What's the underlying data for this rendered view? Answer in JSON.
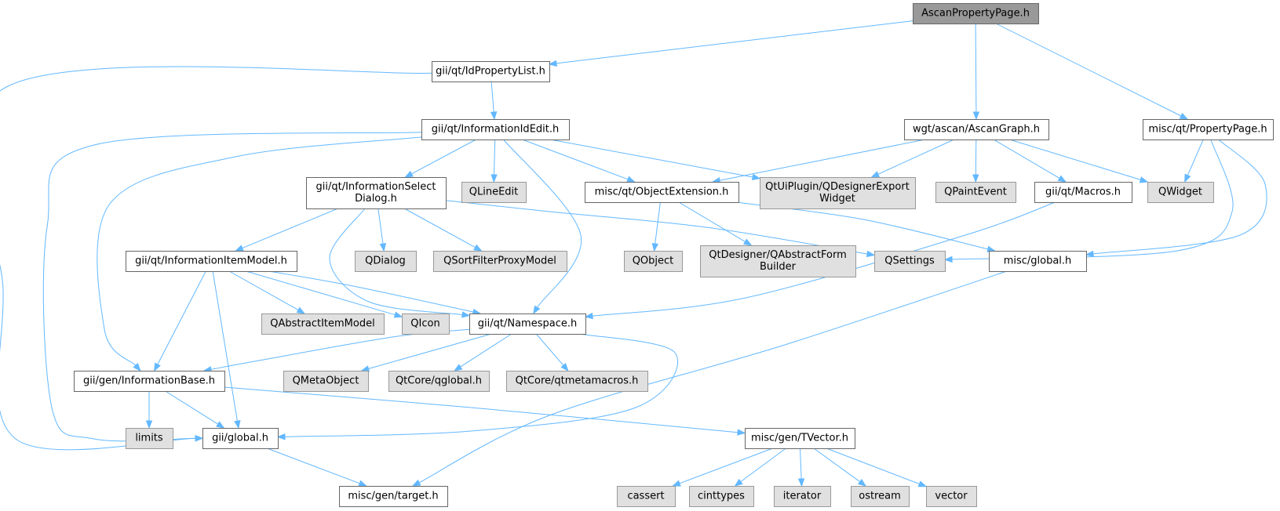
{
  "diagram": {
    "colors": {
      "edge": "#63b8ff",
      "root_fill": "#999999",
      "node_border": "#666666",
      "external_fill": "#e0e0e0",
      "external_border": "#999999"
    },
    "nodes": [
      {
        "id": "n_root",
        "kind": "root",
        "label": "AscanPropertyPage.h"
      },
      {
        "id": "n_idproplist",
        "kind": "doc",
        "label": "gii/qt/IdPropertyList.h"
      },
      {
        "id": "n_infoidedit",
        "kind": "doc",
        "label": "gii/qt/InformationIdEdit.h"
      },
      {
        "id": "n_ascangraph",
        "kind": "doc",
        "label": "wgt/ascan/AscanGraph.h"
      },
      {
        "id": "n_proppage",
        "kind": "doc",
        "label": "misc/qt/PropertyPage.h"
      },
      {
        "id": "n_infoselect",
        "kind": "doc",
        "label": "gii/qt/InformationSelect\nDialog.h"
      },
      {
        "id": "n_qlineedit",
        "kind": "ext",
        "label": "QLineEdit"
      },
      {
        "id": "n_objext",
        "kind": "doc",
        "label": "misc/qt/ObjectExtension.h"
      },
      {
        "id": "n_qtuiplugin",
        "kind": "ext",
        "label": "QtUiPlugin/QDesignerExport\nWidget"
      },
      {
        "id": "n_qpaintevent",
        "kind": "ext",
        "label": "QPaintEvent"
      },
      {
        "id": "n_macros",
        "kind": "doc",
        "label": "gii/qt/Macros.h"
      },
      {
        "id": "n_qwidget",
        "kind": "ext",
        "label": "QWidget"
      },
      {
        "id": "n_infoitemmodel",
        "kind": "doc",
        "label": "gii/qt/InformationItemModel.h"
      },
      {
        "id": "n_qdialog",
        "kind": "ext",
        "label": "QDialog"
      },
      {
        "id": "n_qsortfilter",
        "kind": "ext",
        "label": "QSortFilterProxyModel"
      },
      {
        "id": "n_qobject",
        "kind": "ext",
        "label": "QObject"
      },
      {
        "id": "n_qtdesigner",
        "kind": "ext",
        "label": "QtDesigner/QAbstractForm\nBuilder"
      },
      {
        "id": "n_qsettings",
        "kind": "ext",
        "label": "QSettings"
      },
      {
        "id": "n_miscglobal",
        "kind": "doc",
        "label": "misc/global.h"
      },
      {
        "id": "n_qabstractitem",
        "kind": "ext",
        "label": "QAbstractItemModel"
      },
      {
        "id": "n_qicon",
        "kind": "ext",
        "label": "QIcon"
      },
      {
        "id": "n_namespace",
        "kind": "doc",
        "label": "gii/qt/Namespace.h"
      },
      {
        "id": "n_infobase",
        "kind": "doc",
        "label": "gii/gen/InformationBase.h"
      },
      {
        "id": "n_qmetaobject",
        "kind": "ext",
        "label": "QMetaObject"
      },
      {
        "id": "n_qglobal",
        "kind": "ext",
        "label": "QtCore/qglobal.h"
      },
      {
        "id": "n_qtmetamacros",
        "kind": "ext",
        "label": "QtCore/qtmetamacros.h"
      },
      {
        "id": "n_limits",
        "kind": "ext",
        "label": "limits"
      },
      {
        "id": "n_giiglobal",
        "kind": "doc",
        "label": "gii/global.h"
      },
      {
        "id": "n_tvector",
        "kind": "doc",
        "label": "misc/gen/TVector.h"
      },
      {
        "id": "n_target",
        "kind": "doc",
        "label": "misc/gen/target.h"
      },
      {
        "id": "n_cassert",
        "kind": "ext",
        "label": "cassert"
      },
      {
        "id": "n_cinttypes",
        "kind": "ext",
        "label": "cinttypes"
      },
      {
        "id": "n_iterator",
        "kind": "ext",
        "label": "iterator"
      },
      {
        "id": "n_ostream",
        "kind": "ext",
        "label": "ostream"
      },
      {
        "id": "n_vector",
        "kind": "ext",
        "label": "vector"
      }
    ],
    "edges": [
      [
        "n_root",
        "n_idproplist"
      ],
      [
        "n_root",
        "n_ascangraph"
      ],
      [
        "n_root",
        "n_proppage"
      ],
      [
        "n_idproplist",
        "n_infoidedit"
      ],
      [
        "n_idproplist",
        "n_giiglobal"
      ],
      [
        "n_infoidedit",
        "n_infoselect"
      ],
      [
        "n_infoidedit",
        "n_qlineedit"
      ],
      [
        "n_infoidedit",
        "n_objext"
      ],
      [
        "n_infoidedit",
        "n_qtuiplugin"
      ],
      [
        "n_infoidedit",
        "n_namespace"
      ],
      [
        "n_infoidedit",
        "n_infobase"
      ],
      [
        "n_infoidedit",
        "n_giiglobal"
      ],
      [
        "n_ascangraph",
        "n_objext"
      ],
      [
        "n_ascangraph",
        "n_qtuiplugin"
      ],
      [
        "n_ascangraph",
        "n_qpaintevent"
      ],
      [
        "n_ascangraph",
        "n_macros"
      ],
      [
        "n_ascangraph",
        "n_qwidget"
      ],
      [
        "n_proppage",
        "n_qwidget"
      ],
      [
        "n_proppage",
        "n_qsettings"
      ],
      [
        "n_proppage",
        "n_miscglobal"
      ],
      [
        "n_infoselect",
        "n_infoitemmodel"
      ],
      [
        "n_infoselect",
        "n_qdialog"
      ],
      [
        "n_infoselect",
        "n_qsortfilter"
      ],
      [
        "n_infoselect",
        "n_namespace"
      ],
      [
        "n_infoselect",
        "n_qsettings"
      ],
      [
        "n_objext",
        "n_qobject"
      ],
      [
        "n_objext",
        "n_qtdesigner"
      ],
      [
        "n_objext",
        "n_miscglobal"
      ],
      [
        "n_macros",
        "n_namespace"
      ],
      [
        "n_infoitemmodel",
        "n_qabstractitem"
      ],
      [
        "n_infoitemmodel",
        "n_qicon"
      ],
      [
        "n_infoitemmodel",
        "n_namespace"
      ],
      [
        "n_infoitemmodel",
        "n_infobase"
      ],
      [
        "n_infoitemmodel",
        "n_giiglobal"
      ],
      [
        "n_miscglobal",
        "n_target"
      ],
      [
        "n_namespace",
        "n_infobase"
      ],
      [
        "n_namespace",
        "n_qmetaobject"
      ],
      [
        "n_namespace",
        "n_qglobal"
      ],
      [
        "n_namespace",
        "n_qtmetamacros"
      ],
      [
        "n_namespace",
        "n_giiglobal"
      ],
      [
        "n_infobase",
        "n_limits"
      ],
      [
        "n_infobase",
        "n_giiglobal"
      ],
      [
        "n_infobase",
        "n_tvector"
      ],
      [
        "n_giiglobal",
        "n_target"
      ],
      [
        "n_tvector",
        "n_cassert"
      ],
      [
        "n_tvector",
        "n_cinttypes"
      ],
      [
        "n_tvector",
        "n_iterator"
      ],
      [
        "n_tvector",
        "n_ostream"
      ],
      [
        "n_tvector",
        "n_vector"
      ]
    ]
  }
}
